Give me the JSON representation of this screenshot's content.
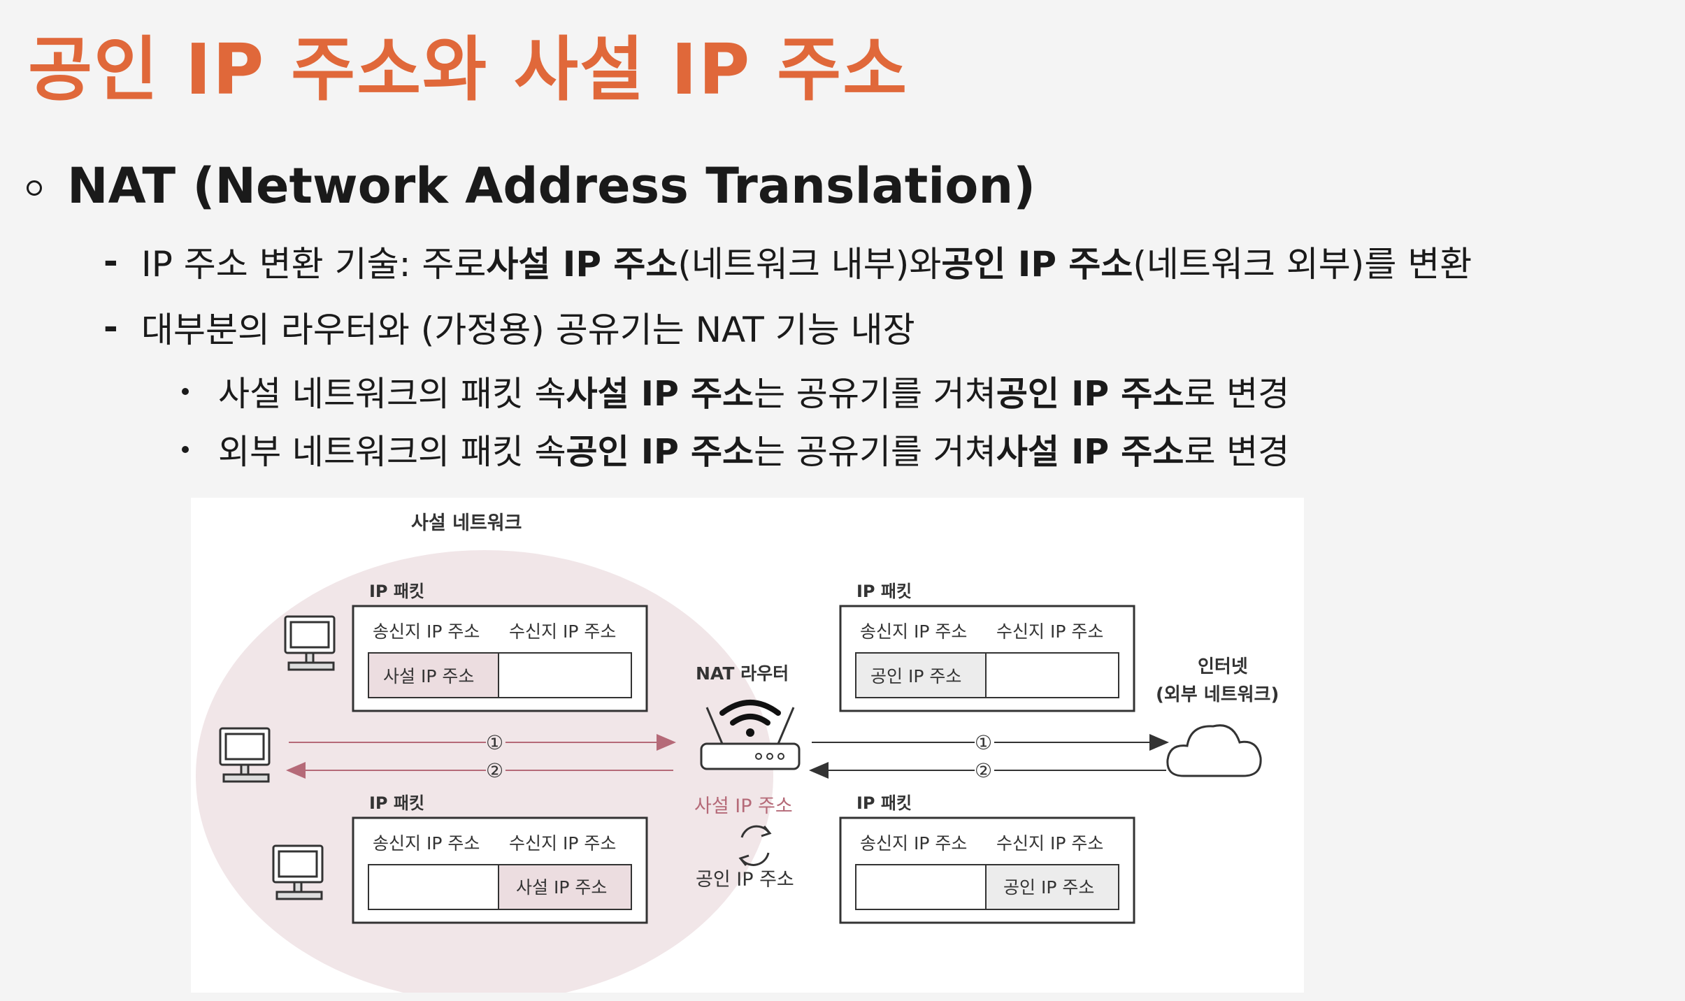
{
  "title": "공인 IP 주소와 사설 IP 주소",
  "heading": "NAT (Network Address Translation)",
  "bullets": {
    "b1": {
      "dash": "-",
      "p1": "IP 주소 변환 기술: 주로 ",
      "bold1": "사설 IP 주소",
      "p2": "(네트워크 내부)와 ",
      "bold2": "공인 IP 주소",
      "p3": "(네트워크 외부)를 변환"
    },
    "b2": {
      "dash": "-",
      "text": "대부분의 라우터와 (가정용) 공유기는 NAT 기능 내장"
    },
    "b3": {
      "p1": "사설 네트워크의 패킷 속 ",
      "bold1": "사설 IP 주소",
      "p2": "는 공유기를 거쳐 ",
      "bold2": "공인 IP 주소",
      "p3": "로 변경"
    },
    "b4": {
      "p1": "외부 네트워크의 패킷 속 ",
      "bold1": "공인 IP 주소",
      "p2": "는 공유기를 거쳐 ",
      "bold2": "사설 IP 주소",
      "p3": "로 변경"
    }
  },
  "diagram": {
    "private_network_label": "사설 네트워크",
    "ip_packet_label": "IP 패킷",
    "src_header": "송신지 IP 주소",
    "dst_header": "수신지 IP 주소",
    "private_ip": "사설 IP 주소",
    "public_ip": "공인 IP 주소",
    "router_label": "NAT 라우터",
    "internet_label": "인터넷",
    "internet_sub": "(외부 네트워크)",
    "step1": "①",
    "step2": "②",
    "colors": {
      "ellipse": "#f1e6e8",
      "cell_fill": "#ecdde0",
      "red_arrow": "#b56a78",
      "title": "#e0683a"
    }
  }
}
